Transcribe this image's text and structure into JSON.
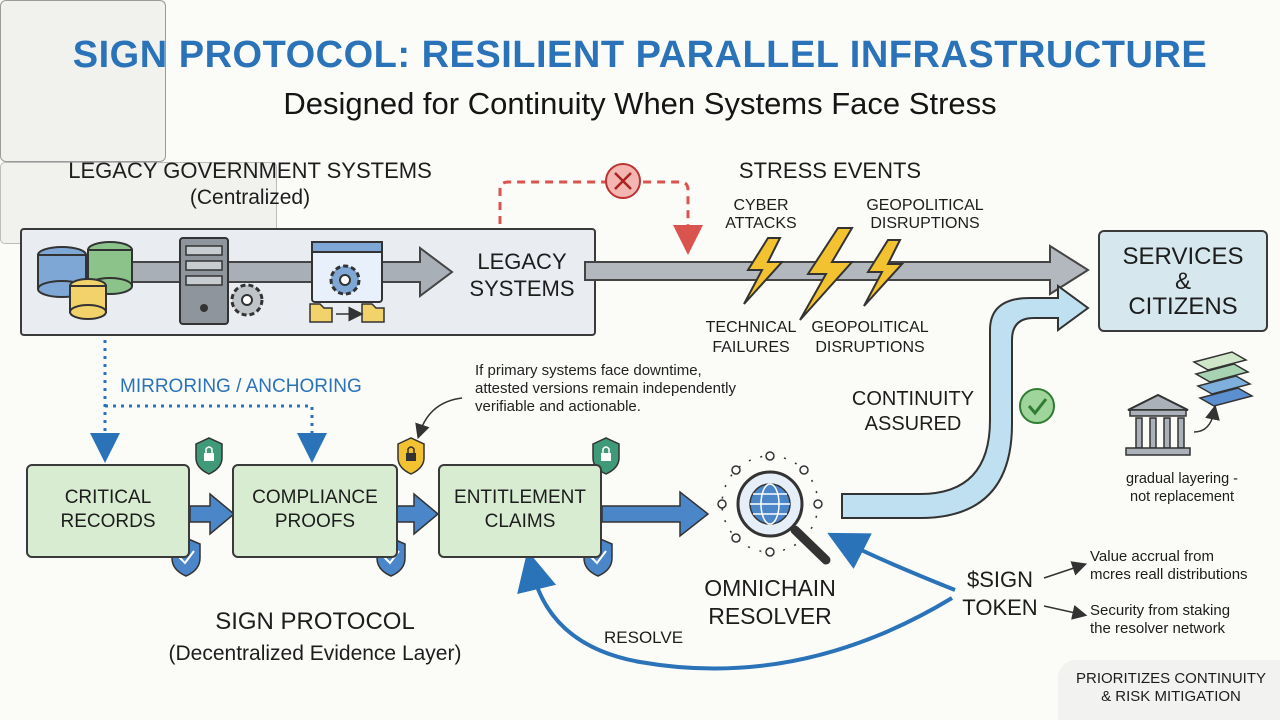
{
  "header": {
    "title": "SIGN PROTOCOL: RESILIENT PARALLEL INFRASTRUCTURE",
    "subtitle": "Designed for Continuity When Systems Face Stress"
  },
  "legacy": {
    "section_title": "LEGACY GOVERNMENT SYSTEMS",
    "section_subtitle": "(Centralized)",
    "node_line1": "LEGACY",
    "node_line2": "SYSTEMS"
  },
  "stress": {
    "title": "STRESS EVENTS",
    "cyber_line1": "CYBER",
    "cyber_line2": "ATTACKS",
    "geo_top_line1": "GEOPOLITICAL",
    "geo_top_line2": "DISRUPTIONS",
    "tech_line1": "TECHNICAL",
    "tech_line2": "FAILURES",
    "geo_bottom_line1": "GEOPOLITICAL",
    "geo_bottom_line2": "DISRUPTIONS"
  },
  "services": {
    "line1": "SERVICES",
    "line2": "&",
    "line3": "CITIZENS"
  },
  "layering": {
    "line1": "gradual layering -",
    "line2": "not replacement"
  },
  "mirroring_label": "MIRRORING / ANCHORING",
  "note": "If primary systems face downtime, attested versions remain independently verifiable and actionable.",
  "continuity": {
    "line1": "CONTINUITY",
    "line2": "ASSURED"
  },
  "evidence": {
    "critical_line1": "CRITICAL",
    "critical_line2": "RECORDS",
    "compliance_line1": "COMPLIANCE",
    "compliance_line2": "PROOFS",
    "entitlement_line1": "ENTITLEMENT",
    "entitlement_line2": "CLAIMS"
  },
  "sign_protocol": {
    "title": "SIGN PROTOCOL",
    "subtitle": "(Decentralized Evidence Layer)"
  },
  "resolver": {
    "line1": "OMNICHAIN",
    "line2": "RESOLVER",
    "resolve_label": "RESOLVE"
  },
  "token": {
    "line1": "$SIGN",
    "line2": "TOKEN",
    "benefit1_line1": "Value accrual from",
    "benefit1_line2": "mcres reall distributions",
    "benefit2_line1": "Security from staking",
    "benefit2_line2": "the resolver network"
  },
  "footer": {
    "line1": "PRIORITIZES CONTINUITY",
    "line2": "& RISK MITIGATION"
  },
  "colors": {
    "accent_blue": "#2a73b8",
    "green_box": "#d8ecd2",
    "arrow_blue": "#4a86c8",
    "alert_red": "#d9534f",
    "bolt_yellow": "#f2c230",
    "check_green": "#4caf50"
  }
}
